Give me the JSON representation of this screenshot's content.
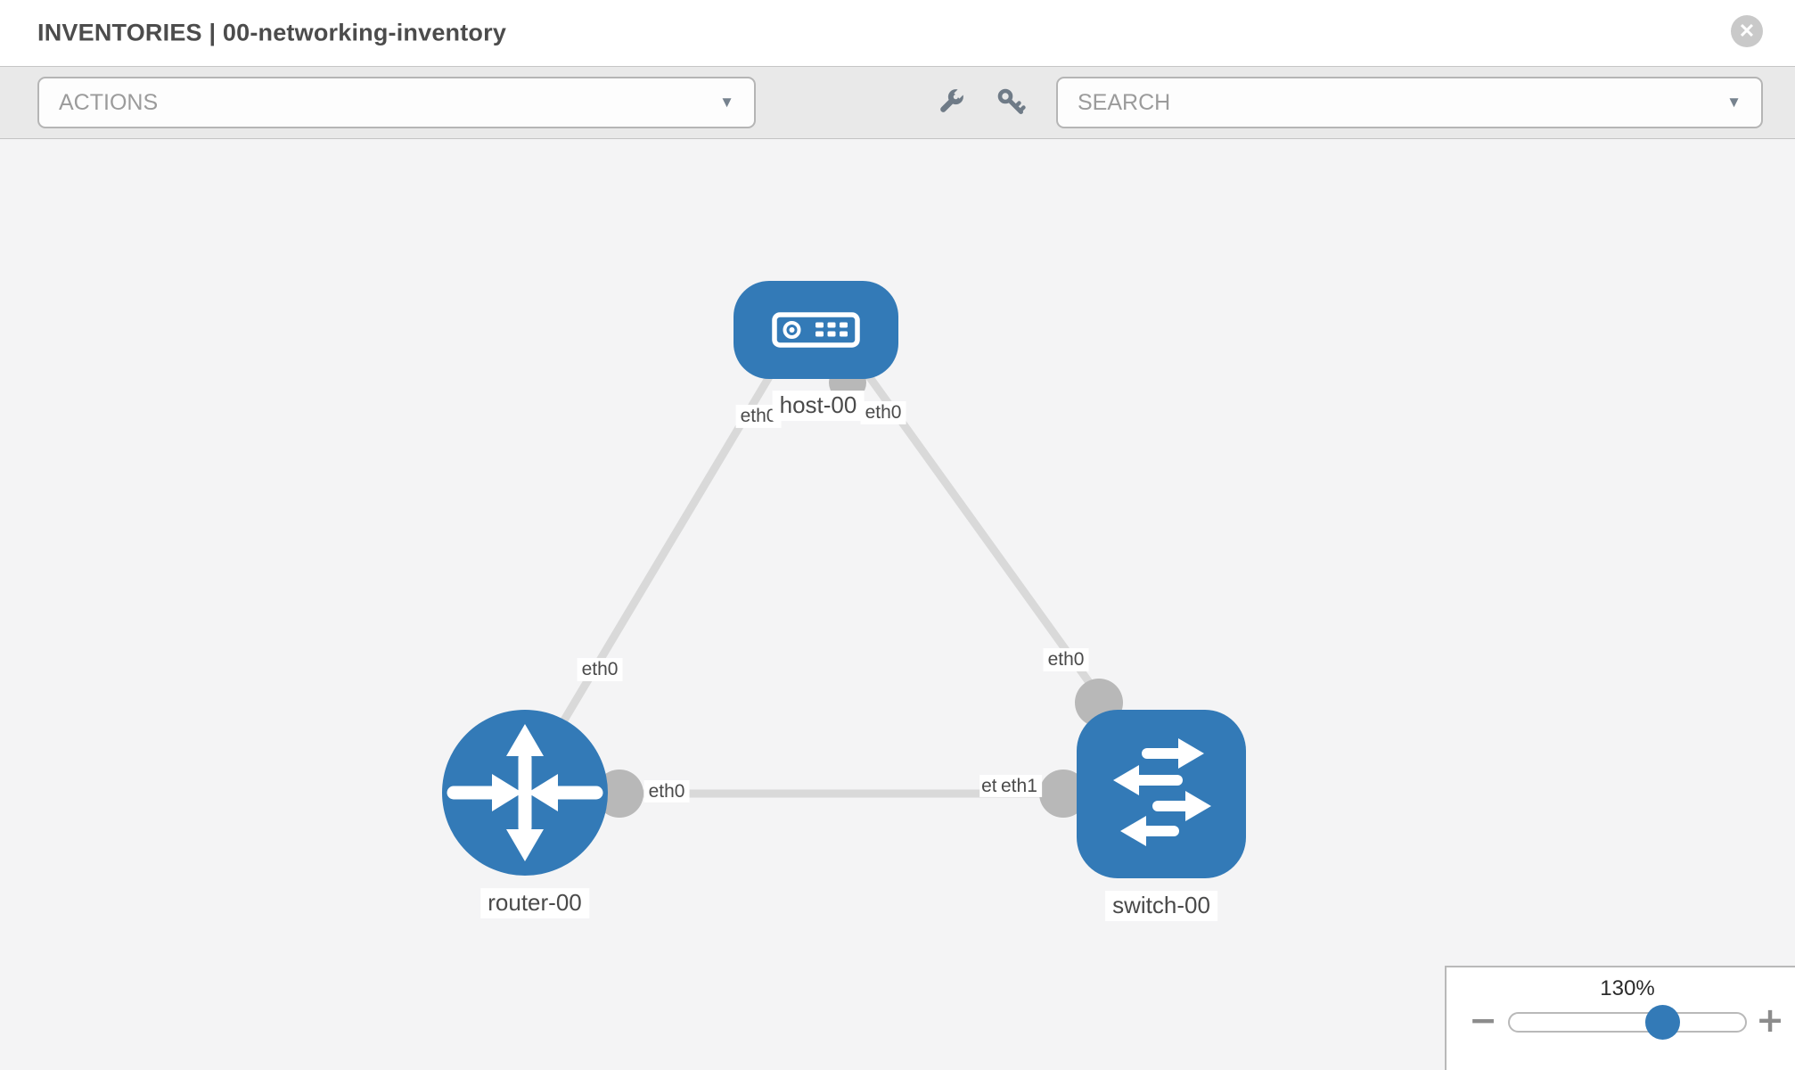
{
  "header": {
    "title": "INVENTORIES | 00-networking-inventory"
  },
  "toolbar": {
    "actions_label": "ACTIONS",
    "search_placeholder": "SEARCH"
  },
  "icons": {
    "close": "✕",
    "caret_down": "▼",
    "zoom_out": "−",
    "zoom_in": "+"
  },
  "colors": {
    "node_blue": "#337ab7",
    "link_gray": "#d9d9d9",
    "connector_gray": "#b8b8b8",
    "toolbar_gray": "#e9e9e9",
    "canvas_gray": "#f4f4f5"
  },
  "topology": {
    "nodes": [
      {
        "label": "host-00",
        "type": "host"
      },
      {
        "label": "router-00",
        "type": "router"
      },
      {
        "label": "switch-00",
        "type": "switch"
      }
    ],
    "links": [
      {
        "from": "host-00",
        "to": "router-00",
        "from_interface": "eth0",
        "to_interface": "eth0"
      },
      {
        "from": "host-00",
        "to": "switch-00",
        "from_interface": "eth0",
        "to_interface": "eth0"
      },
      {
        "from": "router-00",
        "to": "switch-00",
        "from_interface": "eth0",
        "to_interface_behind": "eth0",
        "to_interface_front": "eth1"
      }
    ]
  },
  "zoom_control": {
    "value": "130%"
  }
}
